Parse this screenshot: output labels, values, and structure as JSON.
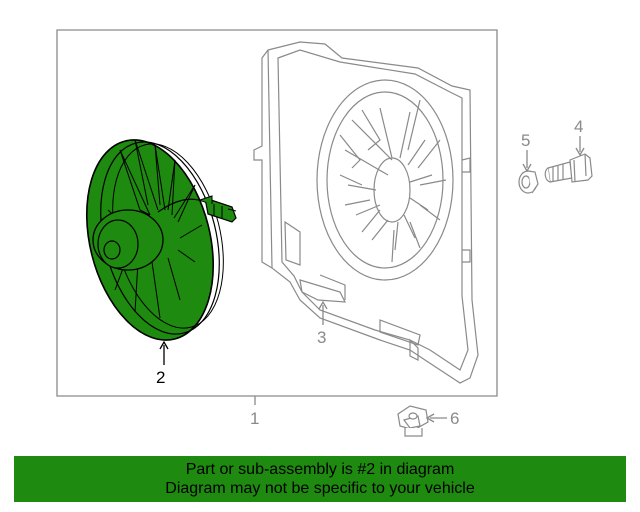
{
  "colors": {
    "highlight": "#1e8a0f",
    "banner_bg": "#1e8a0f",
    "line_gray": "#8a8a8a",
    "dark": "#000000"
  },
  "callouts": {
    "fan_assembly": "2",
    "shroud_part": "3",
    "bolt": "4",
    "nut_washer": "5",
    "clip_nut": "6",
    "assembly": "1"
  },
  "banner": {
    "line1": "Part or sub-assembly is #2 in diagram",
    "line2": "Diagram may not be specific to your vehicle"
  },
  "icons": {
    "fan": "cooling-fan-icon",
    "shroud": "fan-shroud-icon",
    "bolt": "bolt-icon",
    "nut": "nut-icon",
    "clip": "clip-nut-icon"
  }
}
